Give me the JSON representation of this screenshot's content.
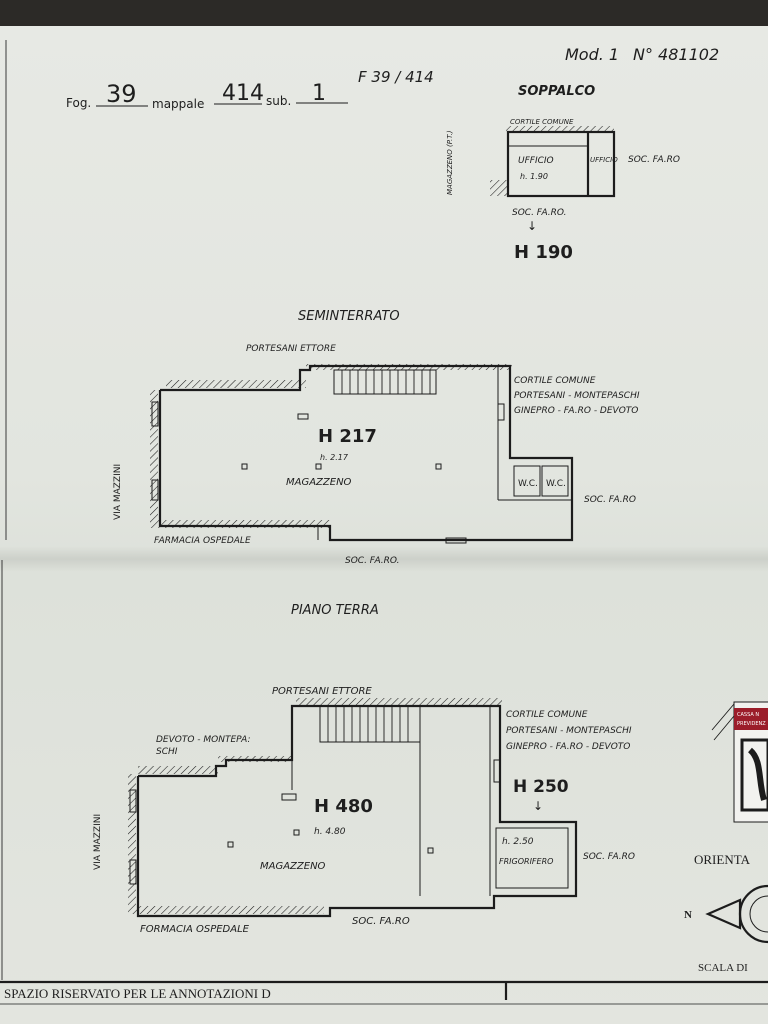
{
  "header": {
    "mod": "Mod. 1",
    "number": "N° 481102",
    "fog_label": "Fog.",
    "fog_value": "39",
    "mappale_label": "mappale",
    "mappale_value": "414",
    "sub_label": "sub.",
    "sub_value": "1",
    "f_ref": "F 39 / 414"
  },
  "soppalco": {
    "title": "SOPPALCO",
    "cortile": "CORTILE COMUNE",
    "magazzeno_side": "MAGAZZENO (P.T.)",
    "ufficio": "UFFICIO",
    "ufficio_h": "h. 1.90",
    "ufficio2": "UFFICIO",
    "soc_right": "SOC. FA.RO",
    "soc_bottom": "SOC. FA.RO.",
    "h": "H 190"
  },
  "seminterrato": {
    "title": "SEMINTERRATO",
    "portesani": "PORTESANI ETTORE",
    "cortile_lines": [
      "CORTILE COMUNE",
      "PORTESANI - MONTEPASCHI",
      "GINEPRO - FA.RO - DEVOTO"
    ],
    "h": "H 217",
    "h_small": "h. 2.17",
    "room": "MAGAZZENO",
    "via": "VIA MAZZINI",
    "wc1": "W.C.",
    "wc2": "W.C.",
    "soc_right": "SOC. FA.RO",
    "farmacia": "FARMACIA OSPEDALE",
    "soc_bottom": "SOC. FA.RO."
  },
  "piano_terra": {
    "title": "PIANO TERRA",
    "portesani": "PORTESANI ETTORE",
    "devoto_lines": [
      "DEVOTO - MONTEPA:",
      "SCHI"
    ],
    "cortile_lines": [
      "CORTILE COMUNE",
      "PORTESANI - MONTEPASCHI",
      "GINEPRO - FA.RO - DEVOTO"
    ],
    "h250": "H 250",
    "h": "H 480",
    "h_small": "h. 4.80",
    "room": "MAGAZZENO",
    "via": "VIA MAZZINI",
    "frig_h": "h. 2.50",
    "frig": "FRIGORIFERO",
    "soc_right": "SOC. FA.RO",
    "farmacia": "FORMACIA OSPEDALE",
    "soc_bottom": "SOC. FA.RO",
    "orienta": "ORIENTA",
    "north": "N",
    "scala": "SCALA DI"
  },
  "stamp": {
    "line1": "CASSA N",
    "line2": "PREVIDENZ"
  },
  "footer": {
    "note": "SPAZIO RISERVATO PER LE ANNOTAZIONI D"
  },
  "colors": {
    "paper": "#e3e6e0",
    "ink": "#1c1c1c",
    "stamp_red": "#9b1d2a"
  }
}
